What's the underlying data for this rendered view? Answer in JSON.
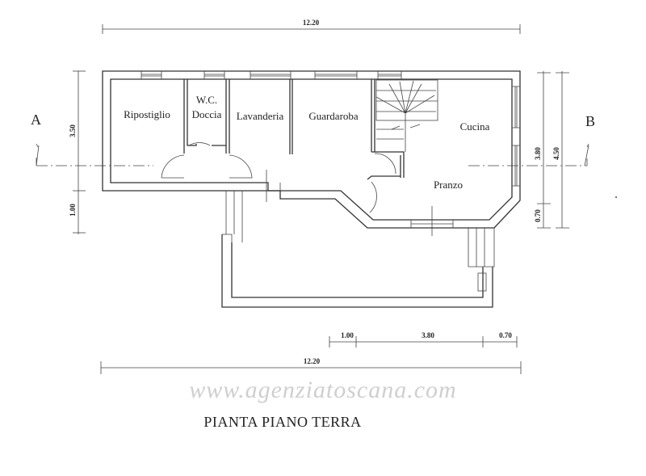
{
  "title": "PIANTA PIANO TERRA",
  "watermark": "www.agenziatoscana.com",
  "rooms": {
    "ripostiglio": "Ripostiglio",
    "wc_line1": "W.C.",
    "wc_line2": "Doccia",
    "lavanderia": "Lavanderia",
    "guardaroba": "Guardaroba",
    "cucina": "Cucina",
    "pranzo": "Pranzo"
  },
  "sections": {
    "a": "A",
    "b": "B"
  },
  "dimensions": {
    "top_total": "12.20",
    "left_upper": "3.50",
    "left_lower": "1.00",
    "right_inner_upper": "3.80",
    "right_inner_lower": "0.70",
    "right_outer": "4.50",
    "bottom_seg1": "1.00",
    "bottom_seg2": "3.80",
    "bottom_seg3": "0.70",
    "bottom_total": "12.20"
  }
}
